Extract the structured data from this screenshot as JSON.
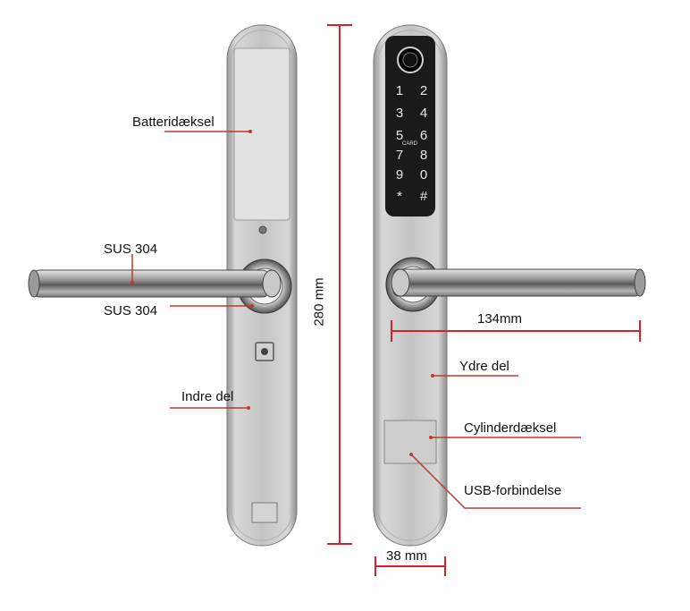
{
  "labels": {
    "battery_cover": "Batteridæksel",
    "handle_material": "SUS 304",
    "rose_material": "SUS 304",
    "inner_part": "Indre del",
    "outer_part": "Ydre del",
    "cylinder_cover": "Cylinderdæksel",
    "usb_connection": "USB-forbindelse"
  },
  "dimensions": {
    "height": "280 mm",
    "handle_length": "134mm",
    "width": "38 mm"
  },
  "keypad": {
    "keys": [
      "1",
      "2",
      "3",
      "4",
      "5",
      "6",
      "7",
      "8",
      "9",
      "0",
      "*",
      "#"
    ],
    "card_label": "CARD"
  },
  "colors": {
    "leader_line": "#c0392b",
    "dimension_line": "#d2242a",
    "keypad_bg": "#1a1a1a",
    "steel": "#c8c8c8"
  }
}
